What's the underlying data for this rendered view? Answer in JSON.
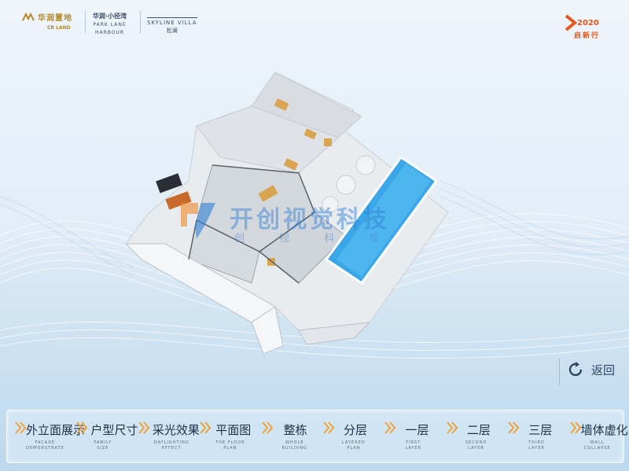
{
  "header": {
    "brand_cn": "华润置地",
    "brand_en": "CR LAND",
    "project_cn": "华润·小径湾",
    "project_en_line1": "PARK LANE",
    "project_en_line2": "HARBOUR",
    "villa_en": "SKYLINE VILLA",
    "villa_cn": "松澜",
    "badge_year": "2020",
    "badge_text": "启新行"
  },
  "watermark": {
    "title": "开创视觉科技",
    "subtitle": "创 视 科 技"
  },
  "back": {
    "label": "返回"
  },
  "nav": [
    {
      "label": "外立面展示",
      "sub": "FACADE\nDEMONSTRATE"
    },
    {
      "label": "户型尺寸",
      "sub": "FAMILY\nSIZE"
    },
    {
      "label": "采光效果",
      "sub": "DAYLIGHTING\nEFFECT"
    },
    {
      "label": "平面图",
      "sub": "THE FLOOR\nPLAN"
    },
    {
      "label": "整栋",
      "sub": "WHOLE\nBUILDING"
    },
    {
      "label": "分层",
      "sub": "LAYERED\nPLAN"
    },
    {
      "label": "一层",
      "sub": "FIRST\nLAYER"
    },
    {
      "label": "二层",
      "sub": "SECOND\nLAYER"
    },
    {
      "label": "三层",
      "sub": "THIRD\nLAYER"
    },
    {
      "label": "墙体虚化",
      "sub": "WALL\nCOLLAPSE"
    }
  ],
  "colors": {
    "accent_orange": "#e4571e",
    "brand_gold": "#b58a2a",
    "nav_text": "#1f2f47",
    "chevron": "#f0a23a",
    "pool": "#3ba7e8"
  }
}
